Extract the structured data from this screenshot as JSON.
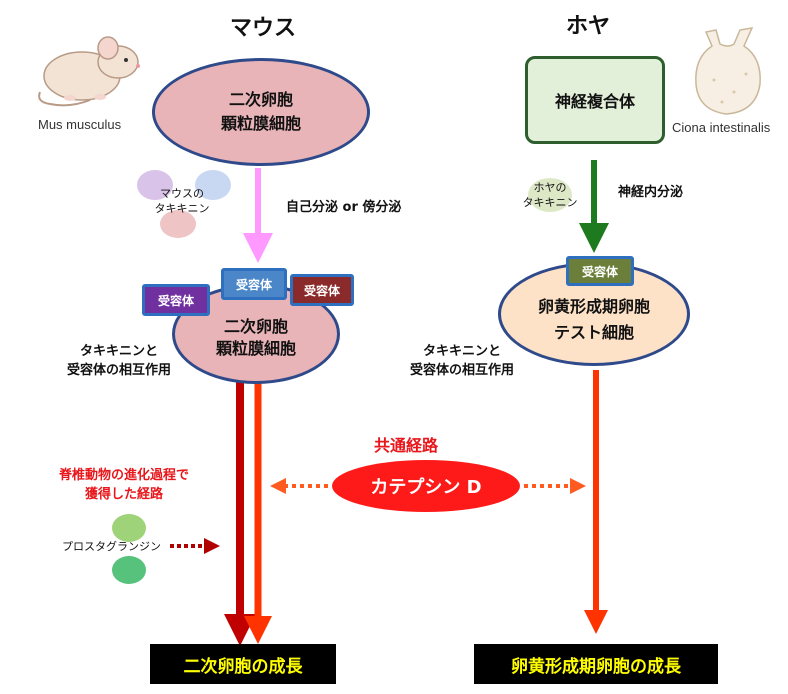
{
  "mouse": {
    "title": "マウス",
    "species": "Mus musculus",
    "top_cell": [
      "二次卵胞",
      "顆粒膜細胞"
    ],
    "tachykinin": [
      "マウスの",
      "タキキニン"
    ],
    "secretion": "自己分泌 or 傍分泌",
    "receptors": [
      "受容体",
      "受容体",
      "受容体"
    ],
    "lower_cell": [
      "二次卵胞",
      "顆粒膜細胞"
    ],
    "interaction": [
      "タキキニンと",
      "受容体の相互作用"
    ],
    "vertebrate_path": [
      "脊椎動物の進化過程で",
      "獲得した経路"
    ],
    "prostaglandin": "プロスタグランジン",
    "result": "二次卵胞の成長"
  },
  "ciona": {
    "title": "ホヤ",
    "species": "Ciona intestinalis",
    "top_box": "神経複合体",
    "tachykinin": [
      "ホヤの",
      "タキキニン"
    ],
    "secretion": "神経内分泌",
    "receptor": "受容体",
    "lower_cell": [
      "卵黄形成期卵胞",
      "テスト細胞"
    ],
    "interaction": [
      "タキキニンと",
      "受容体の相互作用"
    ],
    "result": "卵黄形成期卵胞の成長"
  },
  "common": {
    "label": "共通経路",
    "cathepsin": "カテプシン D"
  },
  "colors": {
    "pink_cell": "#e8b4b8",
    "cell_border": "#2f4a8a",
    "peach_cell": "#fde2c8",
    "green_box": "#e2efd9",
    "dark_red": "#c00000",
    "orange_red": "#ff3300",
    "red_accent": "#e8171c",
    "receptor_purple": "#7030a0",
    "receptor_blue": "#4a86c8",
    "receptor_maroon": "#8b2a2a",
    "receptor_olive": "#6b7f3a"
  }
}
